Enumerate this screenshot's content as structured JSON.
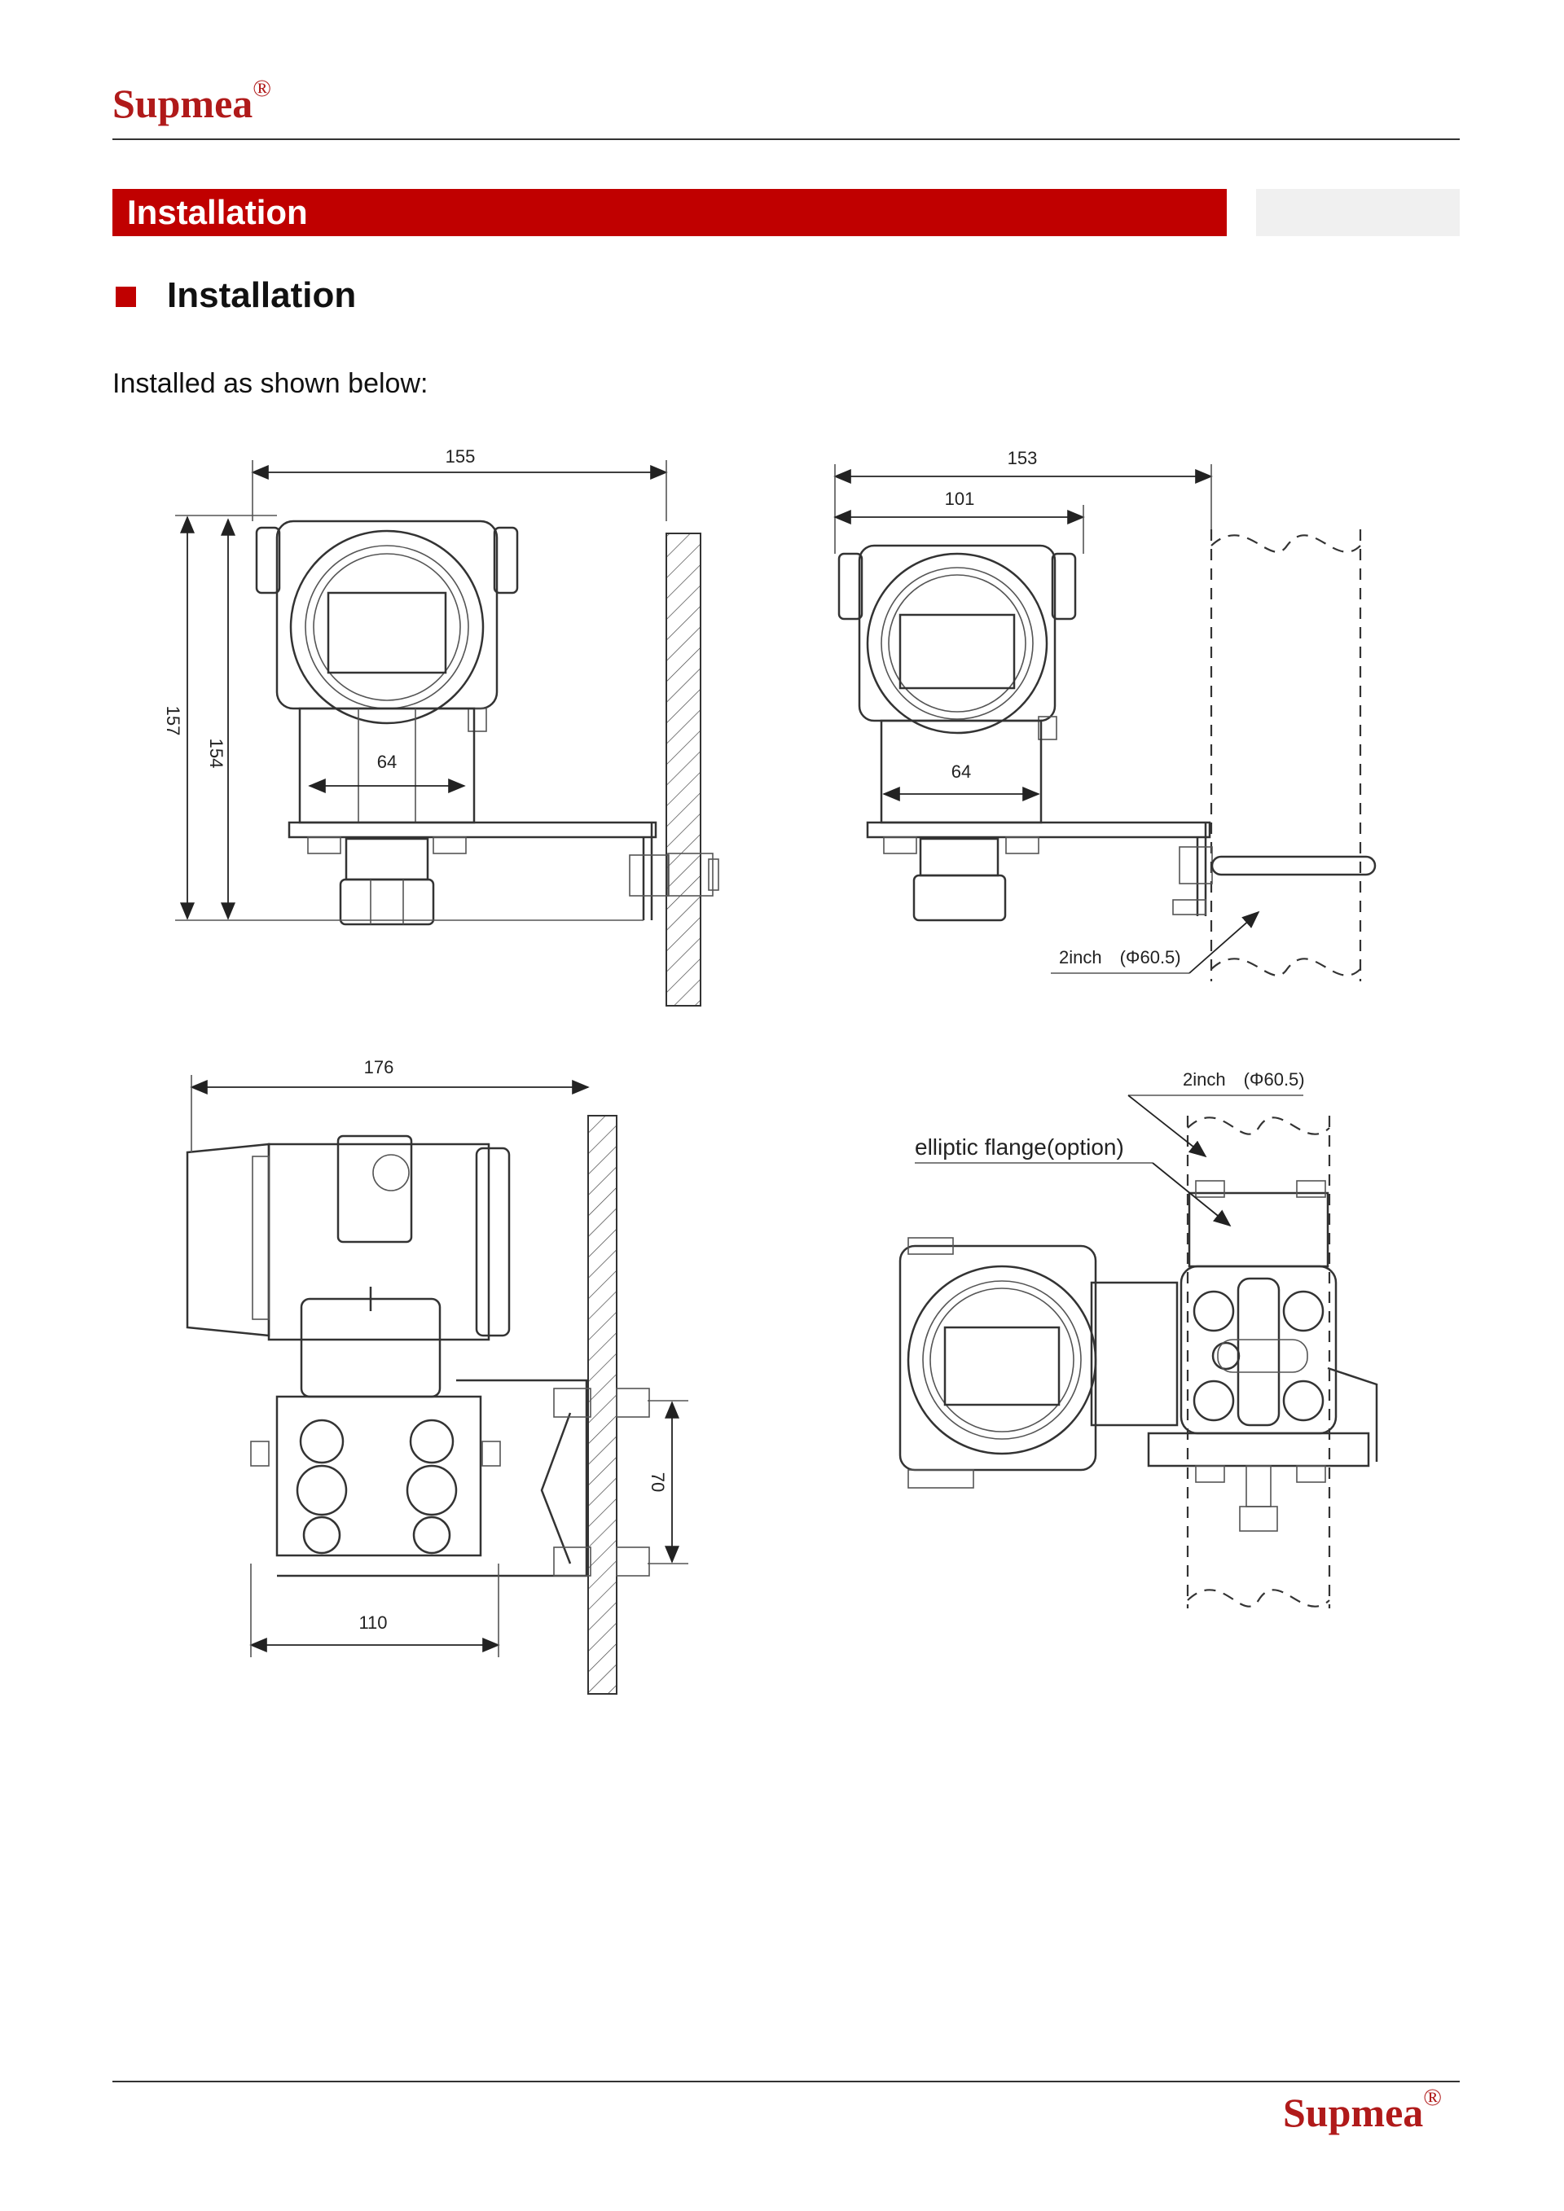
{
  "header": {
    "brand": "Supmea",
    "reg": "®"
  },
  "section": {
    "title": "Installation"
  },
  "subsection": {
    "title": "Installation"
  },
  "intro": "Installed as shown below:",
  "figure": {
    "d1": {
      "w155": "155",
      "h157": "157",
      "h154": "154",
      "w64": "64"
    },
    "d2": {
      "w153": "153",
      "w101": "101",
      "w64": "64",
      "pipe": "2inch　(Φ60.5)"
    },
    "d3": {
      "w176": "176",
      "w110": "110",
      "h70": "70"
    },
    "d4": {
      "pipe": "2inch　(Φ60.5)",
      "flange": "elliptic flange(option)"
    }
  },
  "footer": {
    "brand": "Supmea",
    "reg": "®"
  }
}
